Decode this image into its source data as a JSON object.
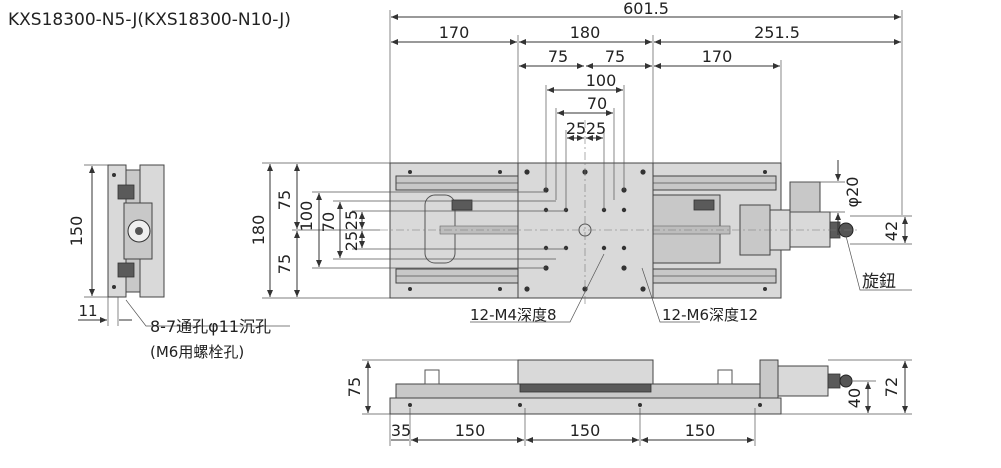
{
  "title": "KXS18300-N5-J(KXS18300-N10-J)",
  "top_dims": {
    "overall": "601.5",
    "left": "170",
    "middle": "180",
    "right": "251.5",
    "right_inner": "170",
    "half_left": "75",
    "half_right": "75",
    "d100": "100",
    "d70": "70",
    "d25a": "25",
    "d25b": "25"
  },
  "left_dims": {
    "d180": "180",
    "d75a": "75",
    "d100": "100",
    "d70": "70",
    "d25a": "25",
    "d25b": "25",
    "d75b": "75"
  },
  "side_view": {
    "height": "150",
    "offset": "11",
    "hole_note_line1": "8-7通孔φ11沉孔",
    "hole_note_line2": "(M6用螺栓孔)"
  },
  "callouts": {
    "m4": "12-M4深度8",
    "m6": "12-M6深度12",
    "knob": "旋鈕",
    "phi20": "φ20",
    "d42": "42"
  },
  "front_view": {
    "height_left": "75",
    "height_right": "72",
    "height_mid": "40",
    "bottom": [
      "35",
      "150",
      "150",
      "150"
    ]
  }
}
